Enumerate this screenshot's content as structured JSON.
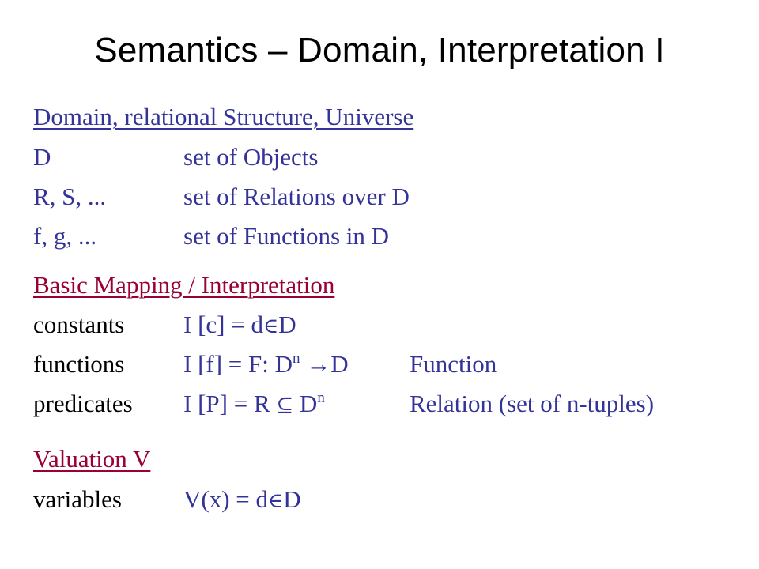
{
  "title": "Semantics – Domain, Interpretation I",
  "domain_section": {
    "heading": "Domain, relational Structure, Universe",
    "rows": [
      {
        "term": "D",
        "desc": "set of Objects"
      },
      {
        "term": "R, S, ...",
        "desc": "set of Relations over D"
      },
      {
        "term": "f, g, ...",
        "desc": "set of Functions in D"
      }
    ]
  },
  "mapping_section": {
    "heading": "Basic Mapping / Interpretation",
    "constants": {
      "label": "constants",
      "formula_a": "I [c] = d",
      "formula_sym": "∈",
      "formula_b": "D"
    },
    "functions": {
      "label": "functions",
      "formula_a": "I [f] = F: D",
      "formula_sup": "n",
      "formula_b": " →D",
      "note": "Function"
    },
    "predicates": {
      "label": "predicates",
      "formula_a": "I [P] = R ",
      "formula_sym": "⊆",
      "formula_b": " D",
      "formula_sup": "n",
      "note": "Relation (set of n-tuples)"
    }
  },
  "valuation_section": {
    "heading": "Valuation V",
    "variables": {
      "label": "variables",
      "formula_a": "V(x) = d",
      "formula_sym": "∈",
      "formula_b": "D"
    }
  }
}
